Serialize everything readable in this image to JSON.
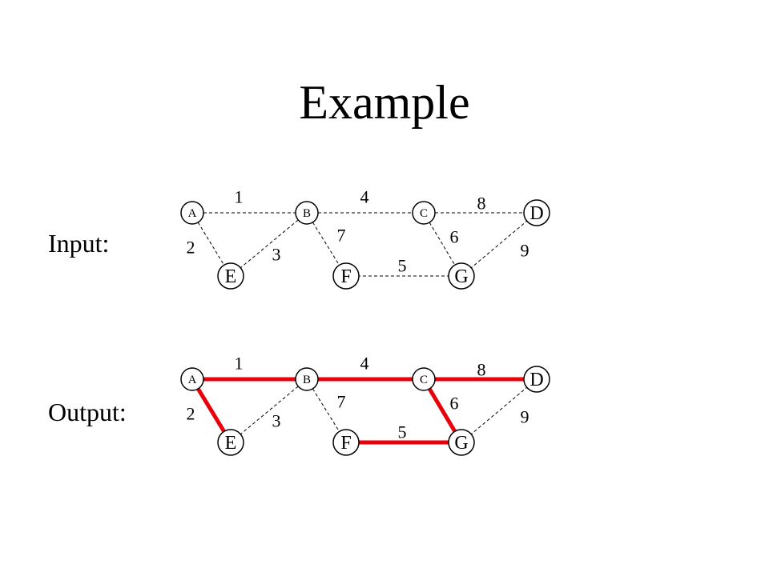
{
  "title": "Example",
  "colors": {
    "normal_edge": "#000000",
    "highlight_edge": "#e8000b"
  },
  "nodes": [
    {
      "id": "A",
      "label": "A",
      "size": "small"
    },
    {
      "id": "B",
      "label": "B",
      "size": "small"
    },
    {
      "id": "C",
      "label": "C",
      "size": "small"
    },
    {
      "id": "D",
      "label": "D",
      "size": "large"
    },
    {
      "id": "E",
      "label": "E",
      "size": "large"
    },
    {
      "id": "F",
      "label": "F",
      "size": "large"
    },
    {
      "id": "G",
      "label": "G",
      "size": "large"
    }
  ],
  "edges": [
    {
      "id": "AB",
      "from": "A",
      "to": "B",
      "weight": "1"
    },
    {
      "id": "AE",
      "from": "A",
      "to": "E",
      "weight": "2"
    },
    {
      "id": "BE",
      "from": "B",
      "to": "E",
      "weight": "3"
    },
    {
      "id": "BC",
      "from": "B",
      "to": "C",
      "weight": "4"
    },
    {
      "id": "FG",
      "from": "F",
      "to": "G",
      "weight": "5"
    },
    {
      "id": "CG",
      "from": "C",
      "to": "G",
      "weight": "6"
    },
    {
      "id": "BF",
      "from": "B",
      "to": "F",
      "weight": "7"
    },
    {
      "id": "CD",
      "from": "C",
      "to": "D",
      "weight": "8"
    },
    {
      "id": "DG",
      "from": "D",
      "to": "G",
      "weight": "9"
    }
  ],
  "graphs": [
    {
      "id": "input",
      "label": "Input:",
      "highlighted_edges": []
    },
    {
      "id": "output",
      "label": "Output:",
      "highlighted_edges": [
        "AB",
        "AE",
        "BC",
        "CD",
        "CG",
        "FG"
      ]
    }
  ]
}
